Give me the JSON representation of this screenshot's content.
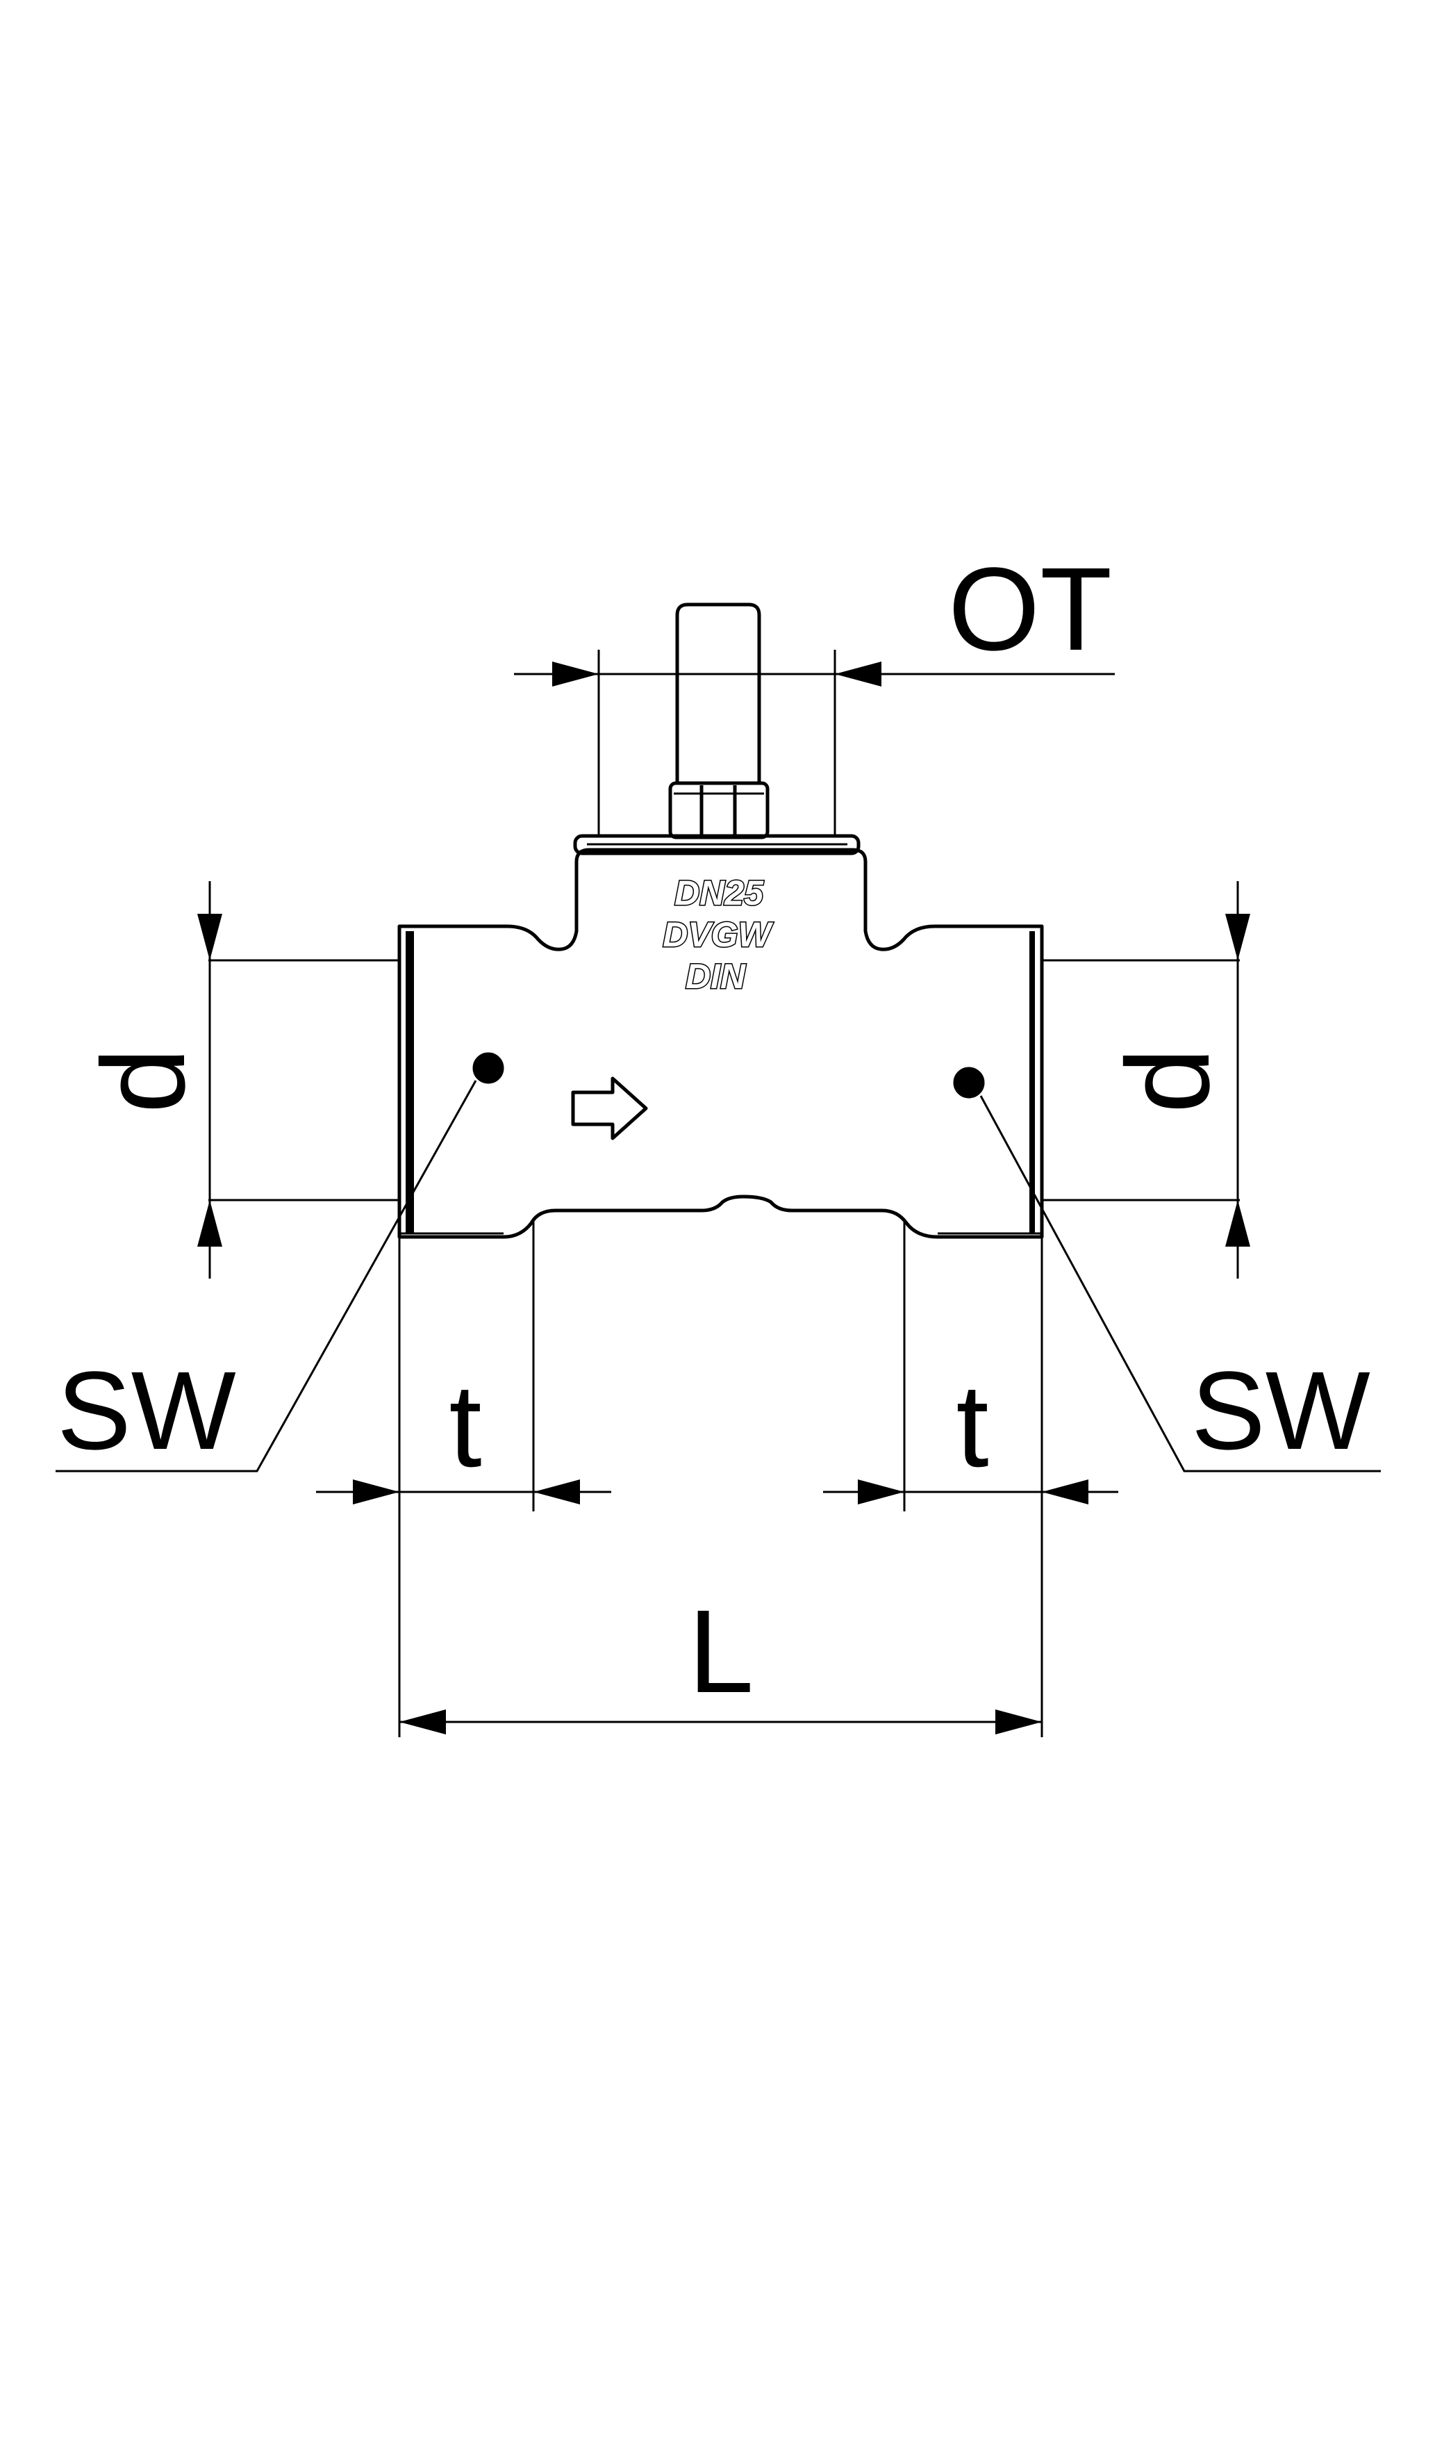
{
  "dimensions": {
    "offtake_width": "OT",
    "diameter_left": "d",
    "diameter_right": "d",
    "socket_depth_left": "t",
    "socket_depth_right": "t",
    "overall_length": "L",
    "fusion_point_left": "SW",
    "fusion_point_right": "SW"
  },
  "body_marking": {
    "line1": "DN25",
    "line2": "DVGW",
    "line3": "DIN"
  },
  "colors": {
    "line": "#000000",
    "background": "#ffffff"
  }
}
